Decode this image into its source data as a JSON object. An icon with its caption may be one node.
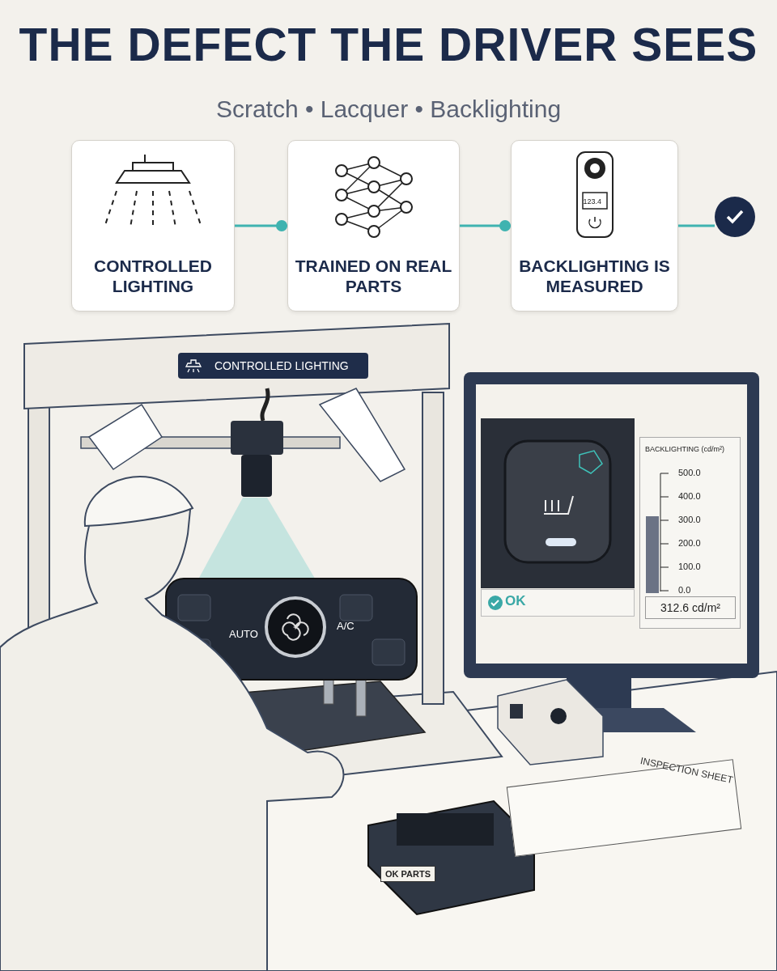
{
  "diagram": {
    "title": "THE DEFECT THE DRIVER SEES",
    "nodes": [
      {
        "text": [
          "CONTROLLED LIGHTING"
        ]
      },
      {
        "text": [
          "TRAINED ON REAL PARTS"
        ]
      },
      {
        "text": [
          "123.4",
          "BACKLIGHTING IS MEASURED"
        ]
      },
      {
        "text": [],
        "shape": "circle"
      }
    ],
    "edges": [
      {
        "from": 0,
        "to": 1,
        "arrow": "other"
      },
      {
        "from": 1,
        "to": 2,
        "arrow": "other"
      },
      {
        "from": 2,
        "to": 3,
        "arrow": "none"
      }
    ],
    "labels": [
      "Scratch • Lacquer • Backlighting",
      "CONTROLLED LIGHTING",
      "AUTO",
      "A/C",
      "BACKLIGHTING (cd/m²)",
      "500.0",
      "400.0",
      "300.0",
      "200.0",
      "100.0",
      "0.0",
      "OK",
      "312.6 cd/m²",
      "INSPECTION SHEET",
      "OK PARTS"
    ]
  }
}
